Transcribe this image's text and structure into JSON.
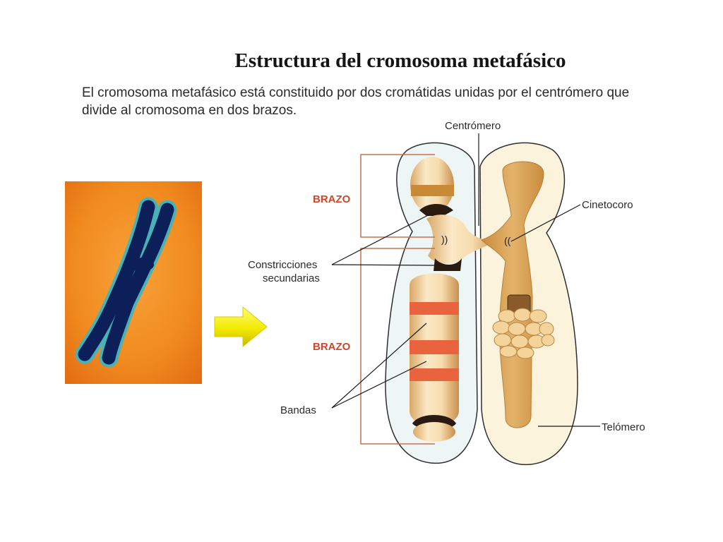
{
  "title": "Estructura del cromosoma metafásico",
  "description": {
    "line1": "El cromosoma metafásico está constituido por dos cromátidas unidas por el centrómero que",
    "line2": "divide al cromosoma en  dos brazos."
  },
  "labels": {
    "centromere": "Centrómero",
    "kinetochore": "Cinetocoro",
    "arm_top": "BRAZO",
    "arm_bottom": "BRAZO",
    "constrictions_line1": "Constricciones",
    "constrictions_line2": "secundarias",
    "bands": "Bandas",
    "telomere": "Telómero"
  },
  "colors": {
    "arm_label": "#d2452b",
    "bracket": "#c8704e",
    "band": "#e8633e",
    "photo_background": "#f08a1e",
    "photo_chromosome": "#0c1f58",
    "arrow": "#f2ea00"
  }
}
